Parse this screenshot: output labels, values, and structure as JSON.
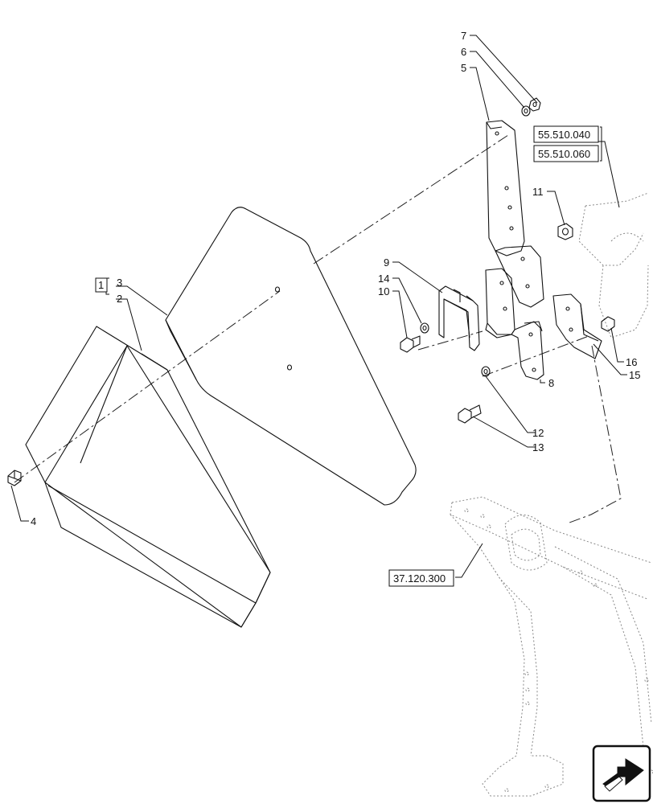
{
  "callouts": {
    "c1": "1",
    "c2": "2",
    "c3": "3",
    "c4": "4",
    "c5": "5",
    "c6": "6",
    "c7": "7",
    "c8": "8",
    "c9": "9",
    "c10": "10",
    "c11": "11",
    "c12": "12",
    "c13": "13",
    "c14": "14",
    "c15": "15",
    "c16": "16"
  },
  "references": {
    "ref_a": "55.510.040",
    "ref_b": "55.510.060",
    "ref_c": "37.120.300"
  },
  "icons": {
    "next_page": "next-page-arrow-icon"
  }
}
